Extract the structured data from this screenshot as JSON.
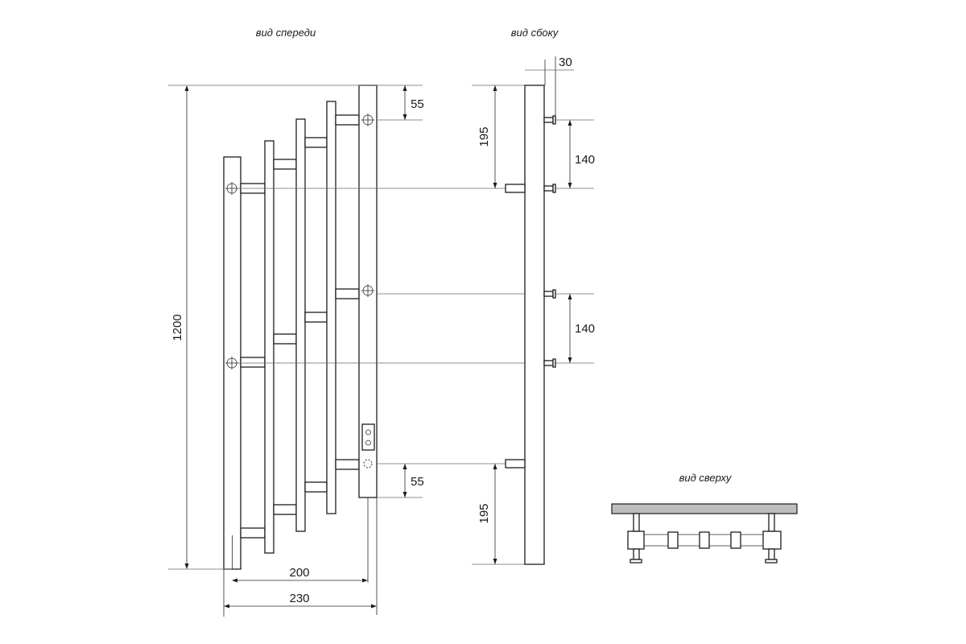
{
  "views": {
    "front": "вид спереди",
    "side": "вид сбоку",
    "top": "вид сверху"
  },
  "dimensions": {
    "height": "1200",
    "inner_width": "200",
    "outer_width": "230",
    "top_offset": "55",
    "bottom_offset": "55",
    "depth": "30",
    "side_top": "195",
    "side_bottom": "195",
    "bracket_gap_upper": "140",
    "bracket_gap_lower": "140"
  },
  "colors": {
    "line": "#1c1c1c",
    "extension_line": "#6a6a6a",
    "top_bar": "#bdbdbd"
  }
}
